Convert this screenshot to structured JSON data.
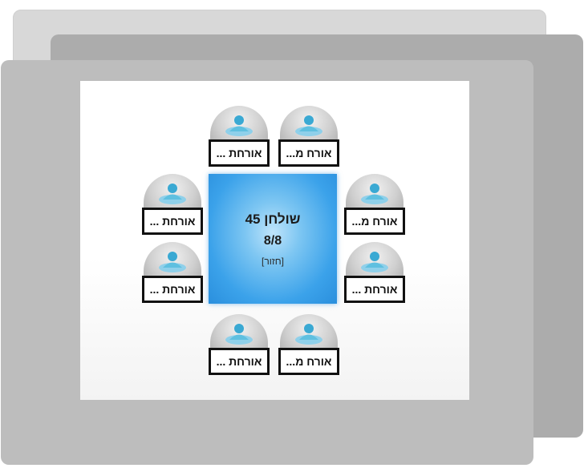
{
  "table": {
    "name": "שולחן 45",
    "occupancy": "8/8",
    "back_link": "[חזור]"
  },
  "seats": [
    {
      "label": "אורחת ..."
    },
    {
      "label": "אורח מ..."
    },
    {
      "label": "אורחת ..."
    },
    {
      "label": "אורח מ..."
    },
    {
      "label": "אורחת ..."
    },
    {
      "label": "אורחת ..."
    },
    {
      "label": "אורחת ..."
    },
    {
      "label": "אורח מ..."
    }
  ],
  "colors": {
    "table_fill": "#3ba2ea",
    "seat_dome": "#cfcfcf",
    "person_icon": "#4fb7d9"
  },
  "icons": {
    "seat_icon": "person-icon"
  }
}
